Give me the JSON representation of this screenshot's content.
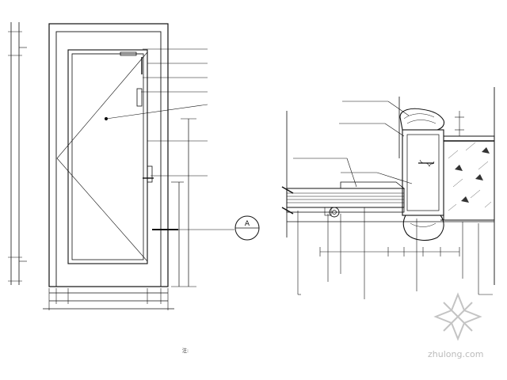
{
  "callout": {
    "letter": "A"
  },
  "notes": {
    "title": "注:"
  },
  "watermark": {
    "text": "zhulong.com"
  },
  "colors": {
    "line": "#111111",
    "hatch": "#333333",
    "watermark": "#bbbbbb"
  }
}
